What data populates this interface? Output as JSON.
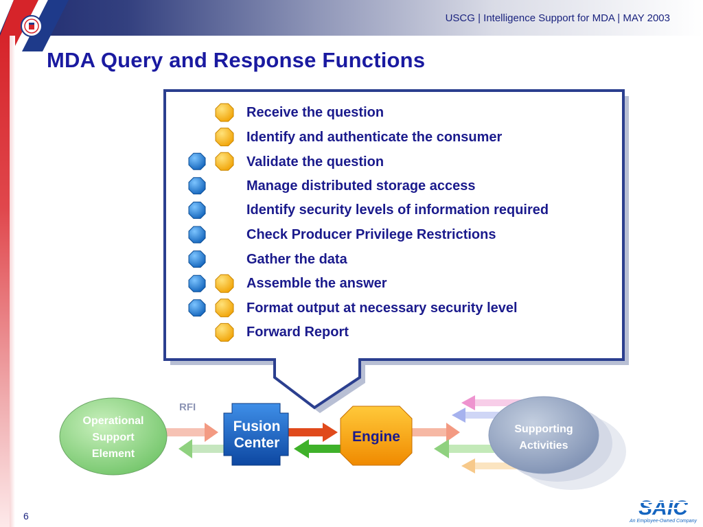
{
  "header": {
    "text": "USCG  |  Intelligence Support for MDA  |  MAY 2003"
  },
  "title": "MDA Query and Response Functions",
  "functions": [
    {
      "label": "Receive the question",
      "blue_marker": false,
      "orange_marker": true
    },
    {
      "label": "Identify and authenticate the consumer",
      "blue_marker": false,
      "orange_marker": true
    },
    {
      "label": "Validate the question",
      "blue_marker": true,
      "orange_marker": true
    },
    {
      "label": "Manage distributed storage access",
      "blue_marker": true,
      "orange_marker": false
    },
    {
      "label": "Identify security levels of information required",
      "blue_marker": true,
      "orange_marker": false
    },
    {
      "label": "Check Producer Privilege Restrictions",
      "blue_marker": true,
      "orange_marker": false
    },
    {
      "label": "Gather the data",
      "blue_marker": true,
      "orange_marker": false
    },
    {
      "label": "Assemble the answer",
      "blue_marker": true,
      "orange_marker": true
    },
    {
      "label": "Format output at necessary security level",
      "blue_marker": true,
      "orange_marker": true
    },
    {
      "label": "Forward Report",
      "blue_marker": false,
      "orange_marker": true
    }
  ],
  "flow": {
    "operational_support": [
      "Operational",
      "Support",
      "Element"
    ],
    "rfi_label": "RFI",
    "fusion_center": [
      "Fusion",
      "Center"
    ],
    "engine": "Engine",
    "supporting_activities": [
      "Supporting",
      "Activities"
    ]
  },
  "logo": {
    "text": "SAIC",
    "tagline": "An Employee-Owned Company"
  },
  "page_number": "6",
  "colors": {
    "title": "#1a1aa0",
    "coast_guard_red": "#d6242a",
    "marker_blue": "#1e7fd6",
    "marker_orange": "#f7b500",
    "fusion_blue": "#1565c0",
    "engine_orange": "#f59c00"
  }
}
